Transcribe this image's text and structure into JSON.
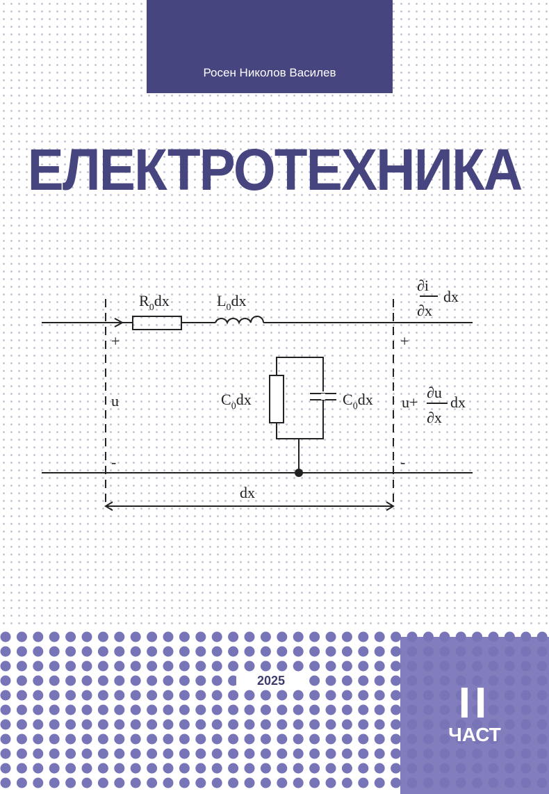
{
  "author": "Росен Николов Василев",
  "title": "ЕЛЕКТРОТЕХНИКА",
  "year": "2025",
  "part": {
    "numeral": "II",
    "label": "ЧАСТ"
  },
  "circuit": {
    "r_label": "R",
    "l_label": "L",
    "c_label": "C",
    "sub": "0",
    "dx": "dx",
    "u": "u",
    "plus": "+",
    "minus": "-",
    "di": "∂i",
    "du": "∂u",
    "dxpart": "∂x",
    "u_plus": "u+"
  },
  "colors": {
    "primary": "#474580",
    "dots": "#7874b8"
  }
}
